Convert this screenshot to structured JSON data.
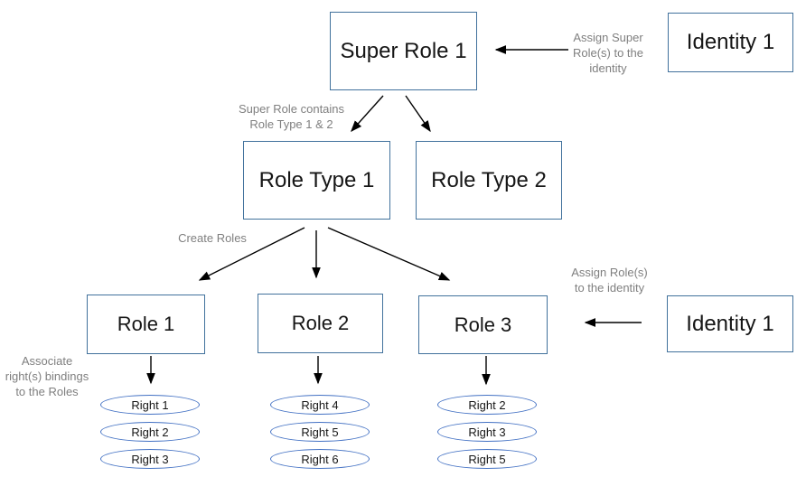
{
  "nodes": {
    "super_role": "Super Role 1",
    "identity_top": "Identity 1",
    "role_type_1": "Role Type 1",
    "role_type_2": "Role Type 2",
    "role_1": "Role 1",
    "role_2": "Role 2",
    "role_3": "Role 3",
    "identity_right": "Identity 1"
  },
  "rights": {
    "role_1": [
      "Right 1",
      "Right 2",
      "Right 3"
    ],
    "role_2": [
      "Right 4",
      "Right 5",
      "Right 6"
    ],
    "role_3": [
      "Right 2",
      "Right 3",
      "Right 5"
    ]
  },
  "annotations": {
    "assign_super_role": "Assign Super\nRole(s) to the\nidentity",
    "super_role_contains": "Super Role contains\nRole Type 1 & 2",
    "create_roles": "Create Roles",
    "assign_roles": "Assign Role(s)\nto the identity",
    "associate_rights": "Associate\nright(s) bindings\nto the Roles"
  },
  "colors": {
    "background": "#FFFFFF",
    "box_border": "#41719C",
    "ellipse_border": "#4472C4",
    "annotation_text": "#7F7F7F",
    "arrow": "#000000",
    "node_text": "#161616"
  }
}
